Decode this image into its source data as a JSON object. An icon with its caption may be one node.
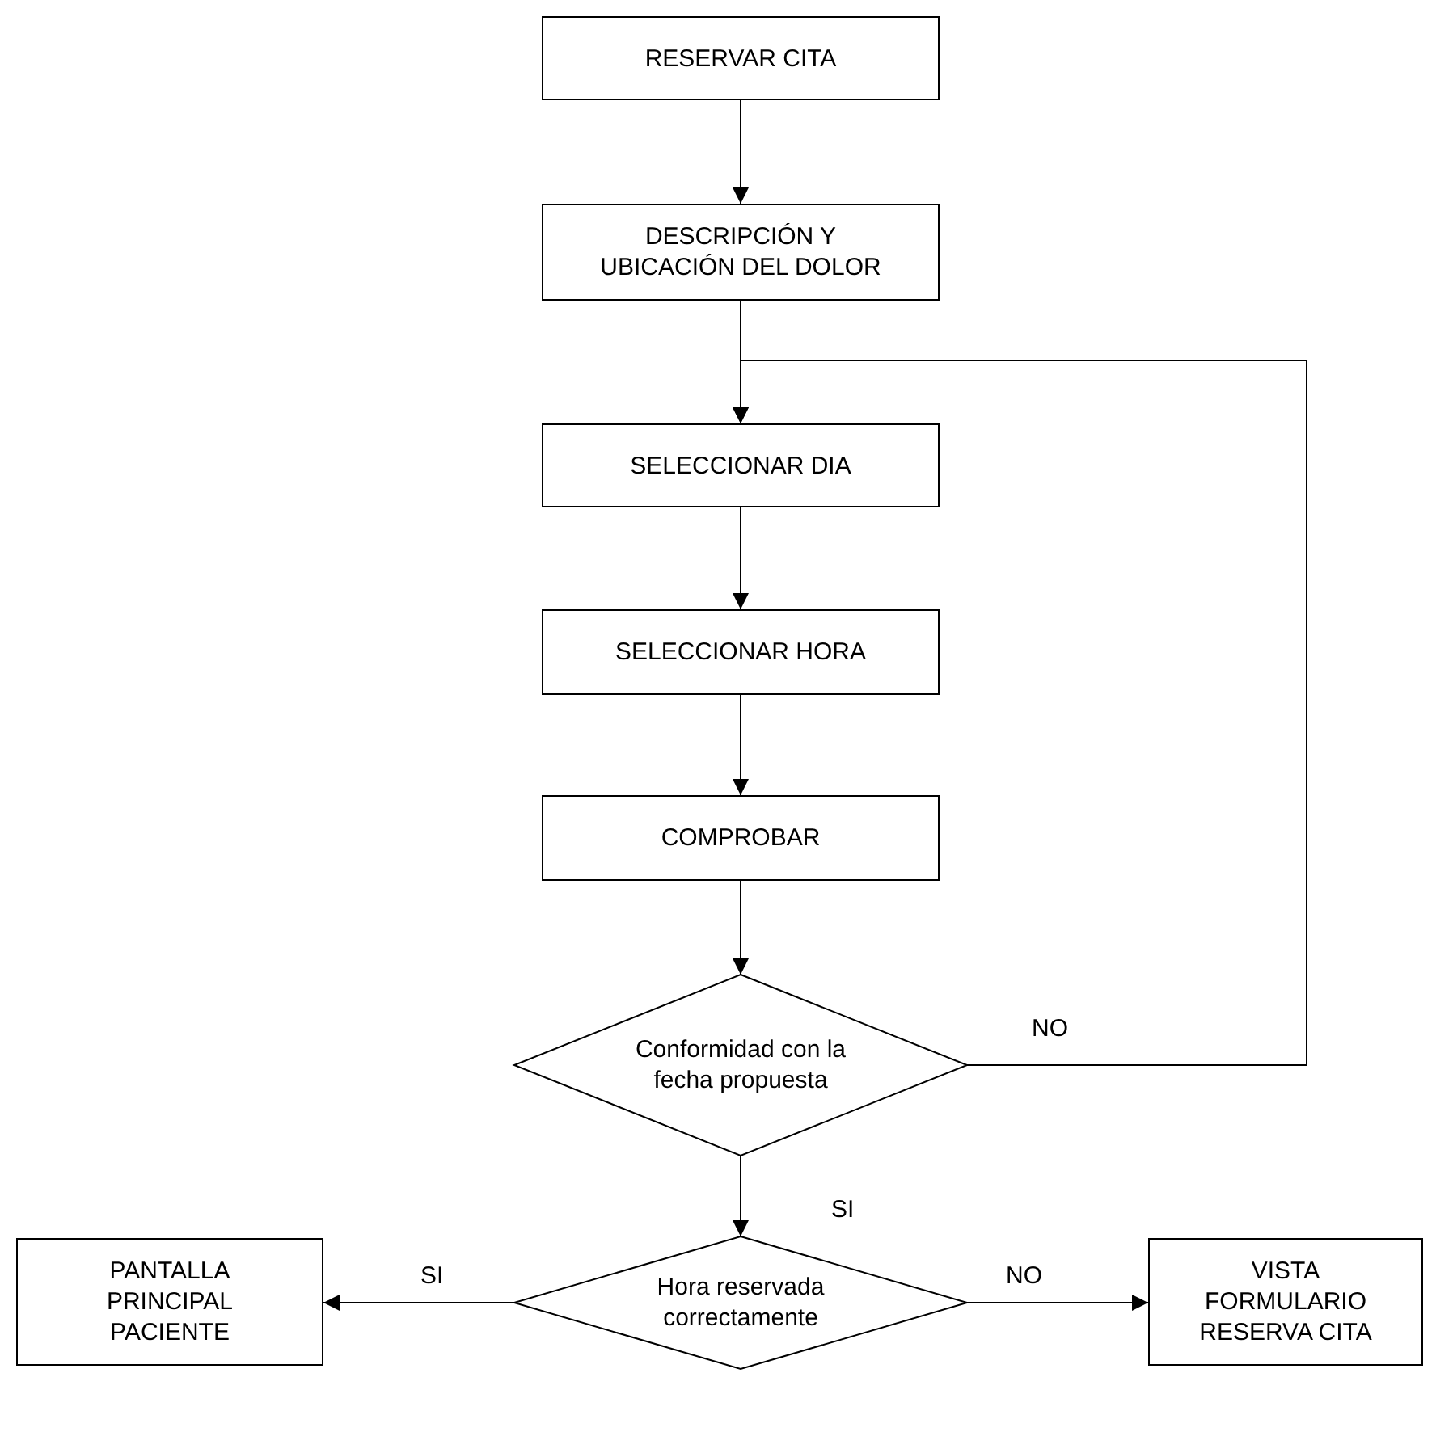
{
  "diagram": {
    "nodes": [
      {
        "text": [
          "RESERVAR CITA"
        ]
      },
      {
        "text": [
          "DESCRIPCIÓN Y UBICACIÓN DEL DOLOR"
        ]
      },
      {
        "text": [
          "SELECCIONAR DIA"
        ]
      },
      {
        "text": [
          "SELECCIONAR HORA"
        ]
      },
      {
        "text": [
          "COMPROBAR"
        ]
      },
      {
        "text": [
          "Conformidad con la fecha propuesta"
        ]
      },
      {
        "text": [
          "Hora reservada correctamente"
        ]
      },
      {
        "text": [
          "PANTALLA PRINCIPAL PACIENTE"
        ]
      },
      {
        "text": [
          "VISTA FORMULARIO RESERVA CITA"
        ]
      }
    ],
    "edges": [
      {
        "from": 0,
        "to": 1,
        "arrow": "to"
      },
      {
        "from": 1,
        "to": 2,
        "arrow": "to"
      },
      {
        "from": 2,
        "to": 3,
        "arrow": "to"
      },
      {
        "from": 3,
        "to": 4,
        "arrow": "to"
      },
      {
        "from": 4,
        "to": 5,
        "arrow": "to"
      },
      {
        "from": 5,
        "to": 2,
        "arrow": "to",
        "label": "NO"
      },
      {
        "from": 5,
        "to": 6,
        "arrow": "to",
        "label": "SI"
      },
      {
        "from": 6,
        "to": 7,
        "arrow": "to",
        "label": "SI"
      },
      {
        "from": 6,
        "to": 8,
        "arrow": "to",
        "label": "NO"
      }
    ]
  }
}
